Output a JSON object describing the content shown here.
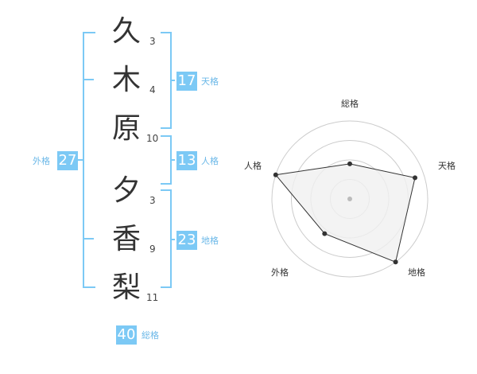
{
  "name_chars": [
    {
      "char": "久",
      "strokes": "3"
    },
    {
      "char": "木",
      "strokes": "4"
    },
    {
      "char": "原",
      "strokes": "10"
    },
    {
      "char": "夕",
      "strokes": "3"
    },
    {
      "char": "香",
      "strokes": "9"
    },
    {
      "char": "梨",
      "strokes": "11"
    }
  ],
  "fortunes": {
    "tenkaku": {
      "value": "17",
      "label": "天格"
    },
    "jinkaku": {
      "value": "13",
      "label": "人格"
    },
    "chikaku": {
      "value": "23",
      "label": "地格"
    },
    "gaikaku": {
      "value": "27",
      "label": "外格"
    },
    "soukaku": {
      "value": "40",
      "label": "総格"
    }
  },
  "radar": {
    "axes": [
      "総格",
      "天格",
      "地格",
      "外格",
      "人格"
    ],
    "values": [
      0.45,
      0.88,
      1.0,
      0.55,
      1.0
    ],
    "max": 1,
    "rings": 4,
    "colors": {
      "fill": "#f0f0f0",
      "line": "#333333",
      "point": "#333333",
      "grid": "#cccccc",
      "center": "#bbbbbb"
    }
  },
  "colors": {
    "accent": "#7cc9f5",
    "label": "#6bb8e8"
  }
}
